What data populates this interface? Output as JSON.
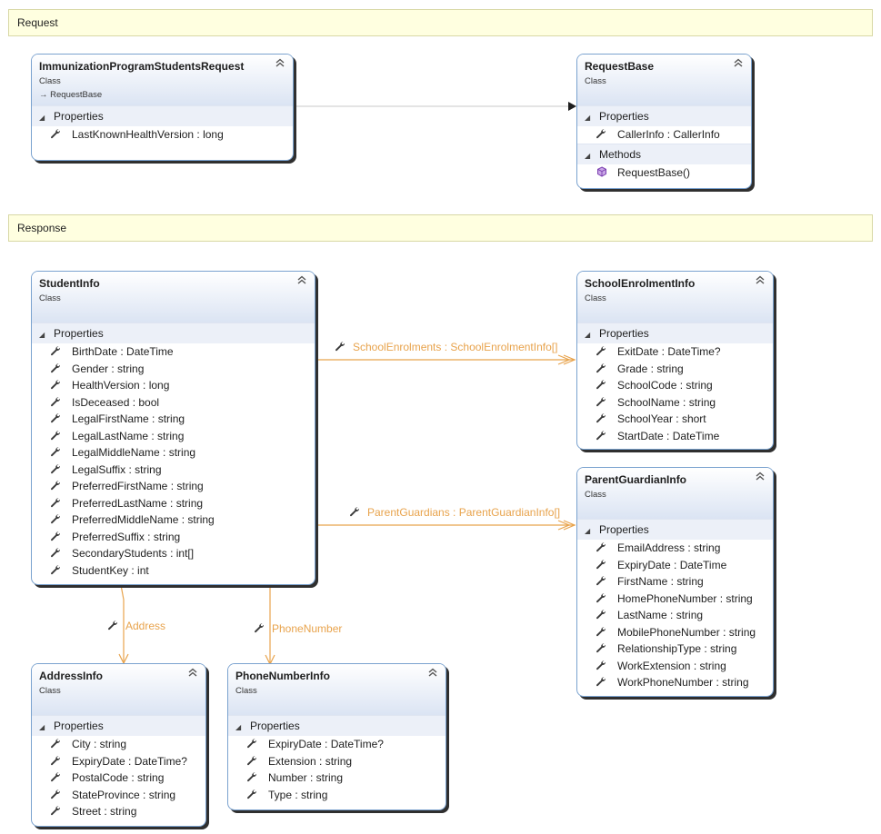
{
  "bands": {
    "request": "Request",
    "response": "Response"
  },
  "classes": {
    "immunization": {
      "name": "ImmunizationProgramStudentsRequest",
      "kind": "Class",
      "inherits": "RequestBase",
      "sections": [
        {
          "title": "Properties",
          "members": [
            "LastKnownHealthVersion : long"
          ]
        }
      ]
    },
    "request_base": {
      "name": "RequestBase",
      "kind": "Class",
      "sections": [
        {
          "title": "Properties",
          "members": [
            "CallerInfo : CallerInfo"
          ]
        },
        {
          "title": "Methods",
          "members": [
            "RequestBase()"
          ]
        }
      ]
    },
    "student_info": {
      "name": "StudentInfo",
      "kind": "Class",
      "sections": [
        {
          "title": "Properties",
          "members": [
            "BirthDate : DateTime",
            "Gender : string",
            "HealthVersion : long",
            "IsDeceased : bool",
            "LegalFirstName : string",
            "LegalLastName : string",
            "LegalMiddleName : string",
            "LegalSuffix : string",
            "PreferredFirstName : string",
            "PreferredLastName : string",
            "PreferredMiddleName : string",
            "PreferredSuffix : string",
            "SecondaryStudents : int[]",
            "StudentKey : int"
          ]
        }
      ]
    },
    "school_enrolment_info": {
      "name": "SchoolEnrolmentInfo",
      "kind": "Class",
      "sections": [
        {
          "title": "Properties",
          "members": [
            "ExitDate : DateTime?",
            "Grade : string",
            "SchoolCode : string",
            "SchoolName : string",
            "SchoolYear : short",
            "StartDate : DateTime"
          ]
        }
      ]
    },
    "parent_guardian_info": {
      "name": "ParentGuardianInfo",
      "kind": "Class",
      "sections": [
        {
          "title": "Properties",
          "members": [
            "EmailAddress : string",
            "ExpiryDate : DateTime",
            "FirstName : string",
            "HomePhoneNumber : string",
            "LastName : string",
            "MobilePhoneNumber : string",
            "RelationshipType : string",
            "WorkExtension : string",
            "WorkPhoneNumber : string"
          ]
        }
      ]
    },
    "address_info": {
      "name": "AddressInfo",
      "kind": "Class",
      "sections": [
        {
          "title": "Properties",
          "members": [
            "City : string",
            "ExpiryDate : DateTime?",
            "PostalCode : string",
            "StateProvince : string",
            "Street : string"
          ]
        }
      ]
    },
    "phone_number_info": {
      "name": "PhoneNumberInfo",
      "kind": "Class",
      "sections": [
        {
          "title": "Properties",
          "members": [
            "ExpiryDate : DateTime?",
            "Extension : string",
            "Number : string",
            "Type : string"
          ]
        }
      ]
    }
  },
  "associations": {
    "school_enrolments": "SchoolEnrolments : SchoolEnrolmentInfo[]",
    "parent_guardians": "ParentGuardians : ParentGuardianInfo[]",
    "address": "Address",
    "phone_number": "PhoneNumber"
  },
  "colors": {
    "association": "#e8a34c",
    "inheritance": "#1e1e1e",
    "band_fill": "#ffffe0",
    "box_border": "#7aa2cf"
  },
  "icons": {
    "property": "wrench-icon",
    "method": "cube-icon",
    "collapse": "double-chevron-up-icon",
    "section": "triangle-expanded-icon"
  }
}
